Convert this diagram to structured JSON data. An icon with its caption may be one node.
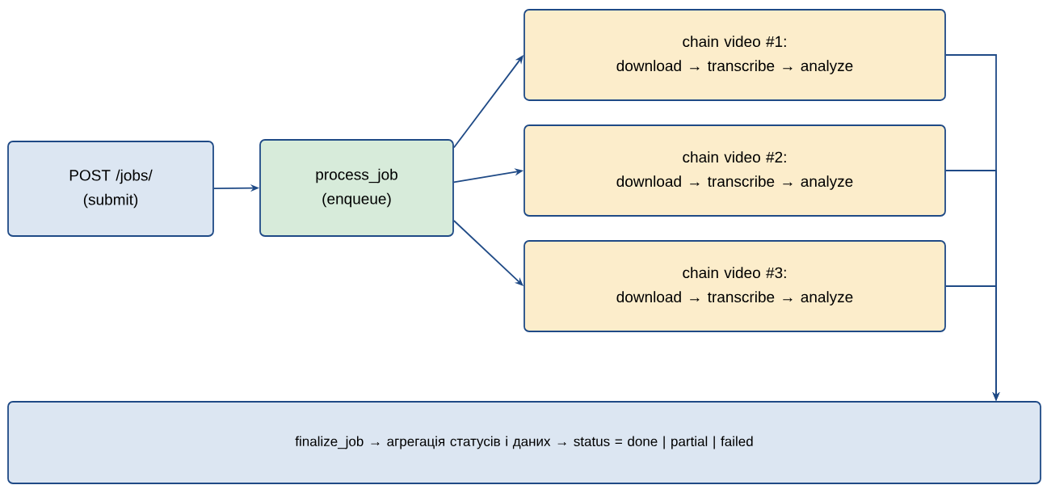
{
  "diagram": {
    "nodes": [
      {
        "text": [
          "POST /jobs/ (submit)"
        ]
      },
      {
        "text": [
          "process_job (enqueue)"
        ]
      },
      {
        "text": [
          "chain video #1:",
          "download → transcribe → analyze"
        ]
      },
      {
        "text": [
          "chain video #2:",
          "download → transcribe → analyze"
        ]
      },
      {
        "text": [
          "chain video #3:",
          "download → transcribe → analyze"
        ]
      },
      {
        "text": [
          "finalize_job → агрегація статусів і даних → status = done | partial | failed"
        ]
      }
    ],
    "edges": [
      {
        "from": 0,
        "to": 1,
        "arrow": "to"
      },
      {
        "from": 1,
        "to": 2,
        "arrow": "to"
      },
      {
        "from": 1,
        "to": 3,
        "arrow": "to"
      },
      {
        "from": 1,
        "to": 4,
        "arrow": "to"
      },
      {
        "from": 2,
        "to": 5,
        "arrow": "to"
      },
      {
        "from": 3,
        "to": 5,
        "arrow": "to"
      },
      {
        "from": 4,
        "to": 5,
        "arrow": "to"
      }
    ]
  }
}
